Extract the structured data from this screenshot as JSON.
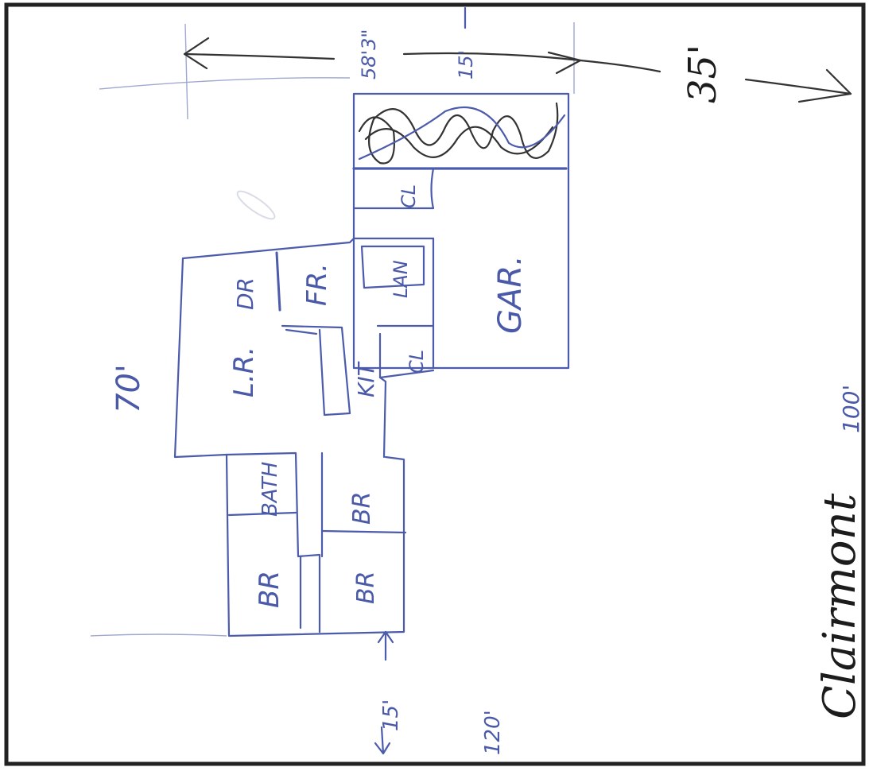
{
  "rooms": {
    "lr": "L.R.",
    "dr": "DR",
    "fr": "FR.",
    "kit": "KIT",
    "gar": "GAR.",
    "laundry": "LAN",
    "closet_top": "CL",
    "closet_kit": "CL",
    "bath": "BATH",
    "br_left": "BR",
    "br_mid": "BR",
    "br_right": "BR"
  },
  "dimensions": {
    "lot_side_top": "70'",
    "lot_side_right": "100'",
    "lot_front": "120'",
    "setback_bottom": "15'",
    "setback_top": "15'",
    "dim_58": "58'3\"",
    "setback_black": "35'"
  },
  "street": "Clairmont"
}
